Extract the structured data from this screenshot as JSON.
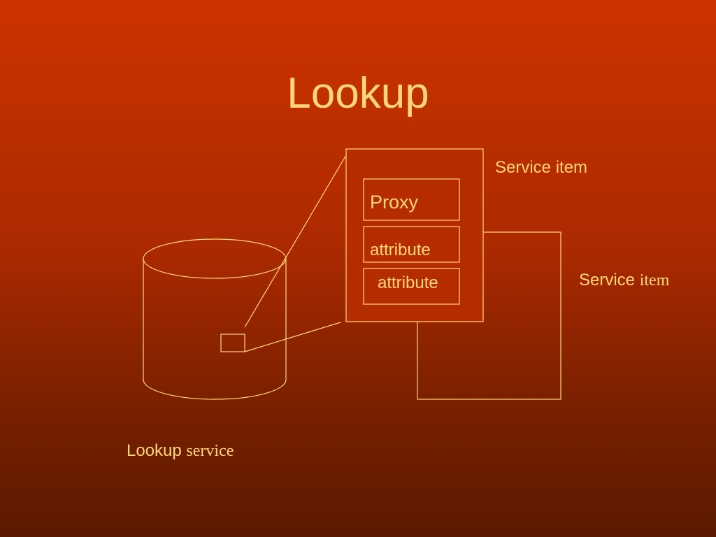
{
  "title": "Lookup",
  "service_item_front": {
    "label": "Service item",
    "fields": [
      "Proxy",
      "attribute",
      "attribute"
    ]
  },
  "service_item_back": {
    "label_sans": "Service",
    "label_serif": "item"
  },
  "lookup_service": {
    "label_sans": "Lookup",
    "label_serif": "service"
  },
  "colors": {
    "stroke": "#ffd77a",
    "bg_top": "#cc3300",
    "bg_bottom": "#5c1a00"
  }
}
